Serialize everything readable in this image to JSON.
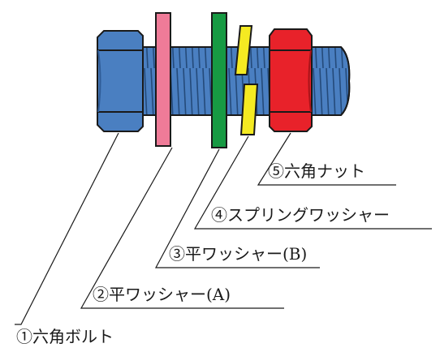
{
  "labels": {
    "hex_bolt": "①六角ボルト",
    "flat_washer_a": "②平ワッシャー(A)",
    "flat_washer_b": "③平ワッシャー(B)",
    "spring_washer": "④スプリングワッシャー",
    "hex_nut": "⑤六角ナット"
  },
  "colors": {
    "bolt": "#4a7fc1",
    "bolt_dark": "#2f5c97",
    "washer_a": "#ef7b98",
    "washer_b": "#179a43",
    "spring_washer": "#f4ea22",
    "nut": "#e8222a",
    "nut_dark": "#a8141a",
    "outline": "#1a1a1a"
  }
}
